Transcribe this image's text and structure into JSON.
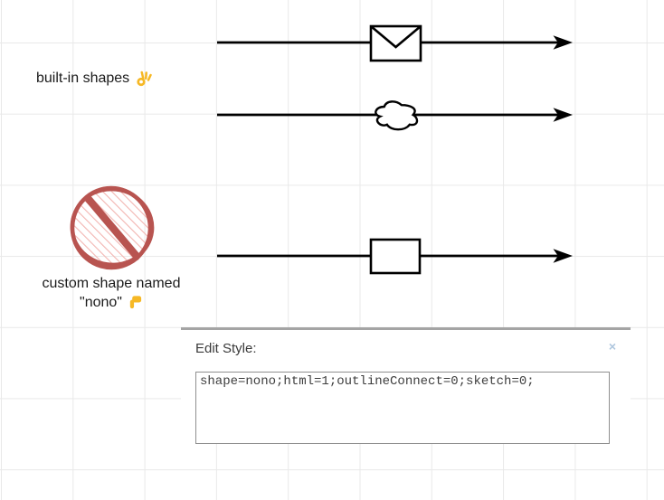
{
  "canvas": {
    "builtin_label": "built-in shapes",
    "custom_label_line1": "custom shape named",
    "custom_label_line2": "\"nono\"",
    "shapes": {
      "arrow_top": "connector-arrow-with-envelope",
      "arrow_middle": "connector-arrow-with-cloud",
      "arrow_bottom": "connector-arrow-with-rectangle",
      "custom_shape": "nono-prohibition-sign-sketch"
    },
    "icons": {
      "builtin_emoji": "ok-hand-emoji",
      "custom_emoji": "thumbs-down-emoji"
    }
  },
  "dialog": {
    "title": "Edit Style:",
    "style_text": "shape=nono;html=1;outlineConnect=0;sketch=0;",
    "close_label": "×"
  },
  "colors": {
    "shape_stroke": "#000000",
    "nono_red": "#b85450",
    "nono_hatch": "#f2b5b1",
    "emoji_yellow": "#f6b825",
    "grid_line": "#e9e9e9",
    "close_x": "#aec6de",
    "dialog_border": "#a4a4a4"
  }
}
